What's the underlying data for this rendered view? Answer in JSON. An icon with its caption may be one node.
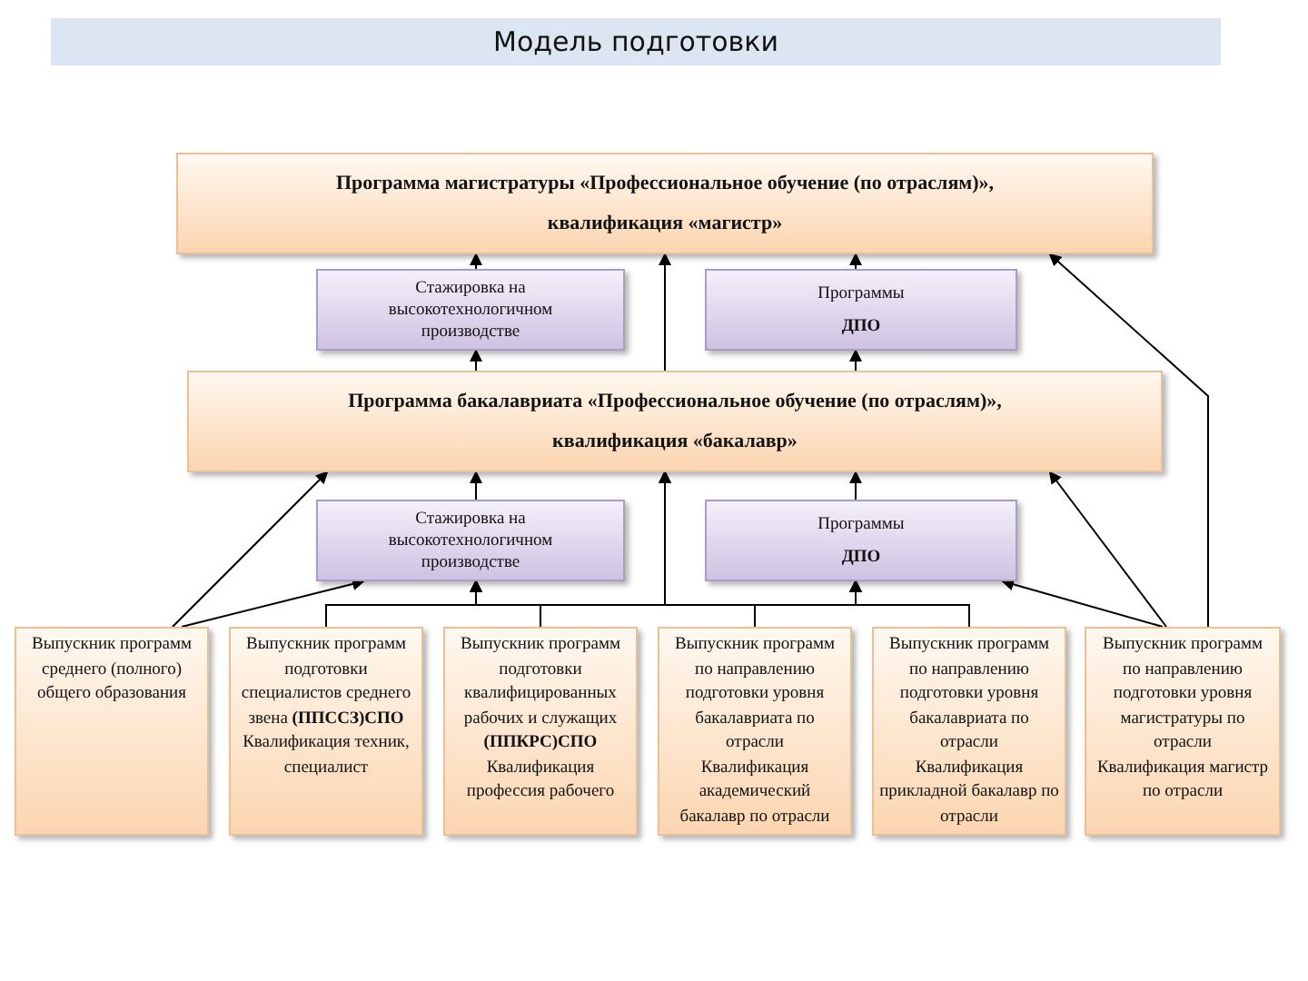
{
  "diagram": {
    "title": "Модель подготовки",
    "nodes": [
      {
        "text": [
          "Программа магистратуры «Профессиональное обучение (по отраслям)»,",
          "квалификация «магистр»"
        ]
      },
      {
        "text": [
          "Стажировка на высокотехнологичном производстве"
        ]
      },
      {
        "text": [
          "Программы",
          "ДПО"
        ]
      },
      {
        "text": [
          "Программа бакалавриата «Профессиональное обучение (по отраслям)»,",
          "квалификация «бакалавр»"
        ]
      },
      {
        "text": [
          "Стажировка на высокотехнологичном производстве"
        ]
      },
      {
        "text": [
          "Программы",
          "ДПО"
        ]
      },
      {
        "text": [
          "Выпускник программ среднего (полного) общего образования"
        ]
      },
      {
        "text": [
          "Выпускник программ подготовки специалистов среднего звена **(ППССЗ)СПО**",
          "Квалификация техник, специалист"
        ]
      },
      {
        "text": [
          "Выпускник программ подготовки квалифицированных рабочих и служащих **(ППКРС)СПО**",
          "Квалификация профессия рабочего"
        ]
      },
      {
        "text": [
          "Выпускник программ по направлению подготовки уровня бакалавриата по отрасли",
          "Квалификация академический бакалавр по отрасли"
        ]
      },
      {
        "text": [
          "Выпускник программ по направлению подготовки уровня бакалавриата по отрасли",
          "Квалификация прикладной бакалавр по отрасли"
        ]
      },
      {
        "text": [
          "Выпускник программ по направлению подготовки уровня магистратуры по отрасли",
          "Квалификация магистр по отрасли"
        ]
      }
    ],
    "edges": [
      {
        "from": 6,
        "to": 3,
        "arrow": "to"
      },
      {
        "from": 6,
        "to": 4,
        "arrow": "to"
      },
      {
        "from": 7,
        "to": 4,
        "arrow": "to"
      },
      {
        "from": 7,
        "to": 3,
        "arrow": "to"
      },
      {
        "from": 7,
        "to": 5,
        "arrow": "to"
      },
      {
        "from": 8,
        "to": 4,
        "arrow": "to"
      },
      {
        "from": 8,
        "to": 3,
        "arrow": "to"
      },
      {
        "from": 8,
        "to": 5,
        "arrow": "to"
      },
      {
        "from": 9,
        "to": 4,
        "arrow": "to"
      },
      {
        "from": 9,
        "to": 3,
        "arrow": "to"
      },
      {
        "from": 9,
        "to": 5,
        "arrow": "to"
      },
      {
        "from": 10,
        "to": 4,
        "arrow": "to"
      },
      {
        "from": 10,
        "to": 3,
        "arrow": "to"
      },
      {
        "from": 10,
        "to": 5,
        "arrow": "to"
      },
      {
        "from": 11,
        "to": 5,
        "arrow": "to"
      },
      {
        "from": 11,
        "to": 3,
        "arrow": "to"
      },
      {
        "from": 11,
        "to": 0,
        "arrow": "to"
      },
      {
        "from": 4,
        "to": 3,
        "arrow": "to"
      },
      {
        "from": 5,
        "to": 3,
        "arrow": "to"
      },
      {
        "from": 3,
        "to": 1,
        "arrow": "to"
      },
      {
        "from": 3,
        "to": 2,
        "arrow": "to"
      },
      {
        "from": 3,
        "to": 0,
        "arrow": "to"
      },
      {
        "from": 1,
        "to": 0,
        "arrow": "to"
      },
      {
        "from": 2,
        "to": 0,
        "arrow": "to"
      }
    ]
  }
}
